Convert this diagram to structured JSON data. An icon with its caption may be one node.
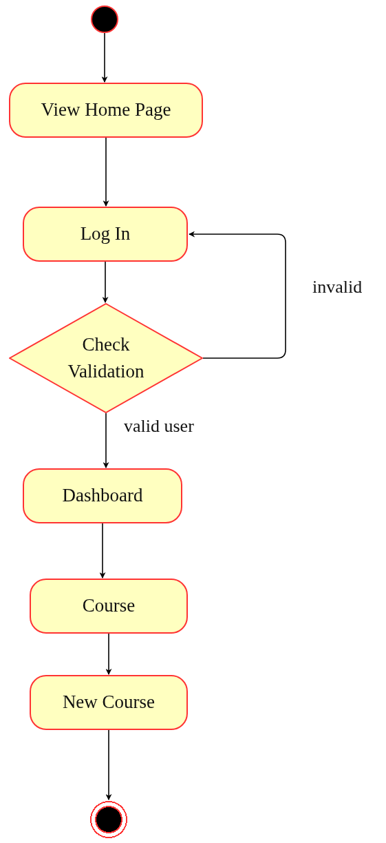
{
  "diagram": {
    "nodes": [
      {
        "text": [],
        "shape": "circle"
      },
      {
        "text": [
          "View Home Page"
        ]
      },
      {
        "text": [
          "Log In"
        ]
      },
      {
        "text": [
          "Check Validation"
        ]
      },
      {
        "text": [
          "Dashboard"
        ]
      },
      {
        "text": [
          "Course"
        ]
      },
      {
        "text": [
          "New Course"
        ]
      },
      {
        "text": [],
        "shape": "circle"
      }
    ],
    "edges": [
      {
        "from": 0,
        "to": 1,
        "arrow": "to"
      },
      {
        "from": 1,
        "to": 2,
        "arrow": "to"
      },
      {
        "from": 2,
        "to": 3,
        "arrow": "to"
      },
      {
        "from": 3,
        "to": 2,
        "arrow": "to",
        "label": "invalid"
      },
      {
        "from": 3,
        "to": 4,
        "arrow": "to",
        "label": "valid user"
      },
      {
        "from": 4,
        "to": 5,
        "arrow": "to"
      },
      {
        "from": 5,
        "to": 6,
        "arrow": "to"
      },
      {
        "from": 6,
        "to": 7,
        "arrow": "to"
      }
    ]
  }
}
